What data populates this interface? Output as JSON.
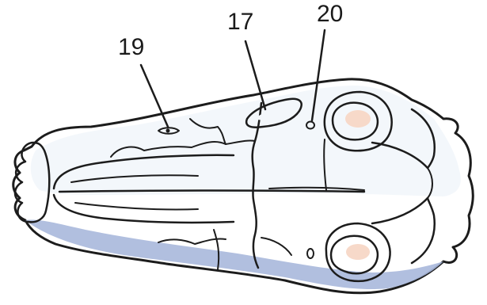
{
  "figure": {
    "subject": "skull-top-view",
    "colors": {
      "bone_light": "#f3f7fb",
      "bone_mid": "#dbe4f3",
      "bone_shadow": "#a8b8db",
      "outline": "#1c1c1c",
      "orbit_fill": "#e9a08e",
      "orbit_highlight": "#f7d9c9",
      "orbit_socket": "#d6dff0"
    }
  },
  "labels": [
    {
      "id": "label-19",
      "text": "19"
    },
    {
      "id": "label-17",
      "text": "17"
    },
    {
      "id": "label-20",
      "text": "20"
    }
  ]
}
